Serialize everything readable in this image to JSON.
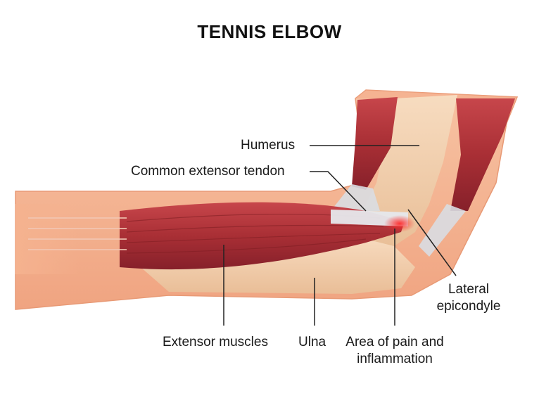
{
  "title": "TENNIS ELBOW",
  "labels": {
    "humerus": "Humerus",
    "tendon": "Common extensor tendon",
    "lateral_line1": "Lateral",
    "lateral_line2": "epicondyle",
    "extensor": "Extensor muscles",
    "ulna": "Ulna",
    "pain_line1": "Area of pain and",
    "pain_line2": "inflammation"
  },
  "colors": {
    "skin": "#f5b28f",
    "skin_dark": "#e89873",
    "muscle": "#b8353a",
    "muscle_dark": "#8e2226",
    "bone": "#f3d2b2",
    "tendon": "#d9dde2",
    "inflammation": "#e3262e",
    "leader": "#222222"
  }
}
